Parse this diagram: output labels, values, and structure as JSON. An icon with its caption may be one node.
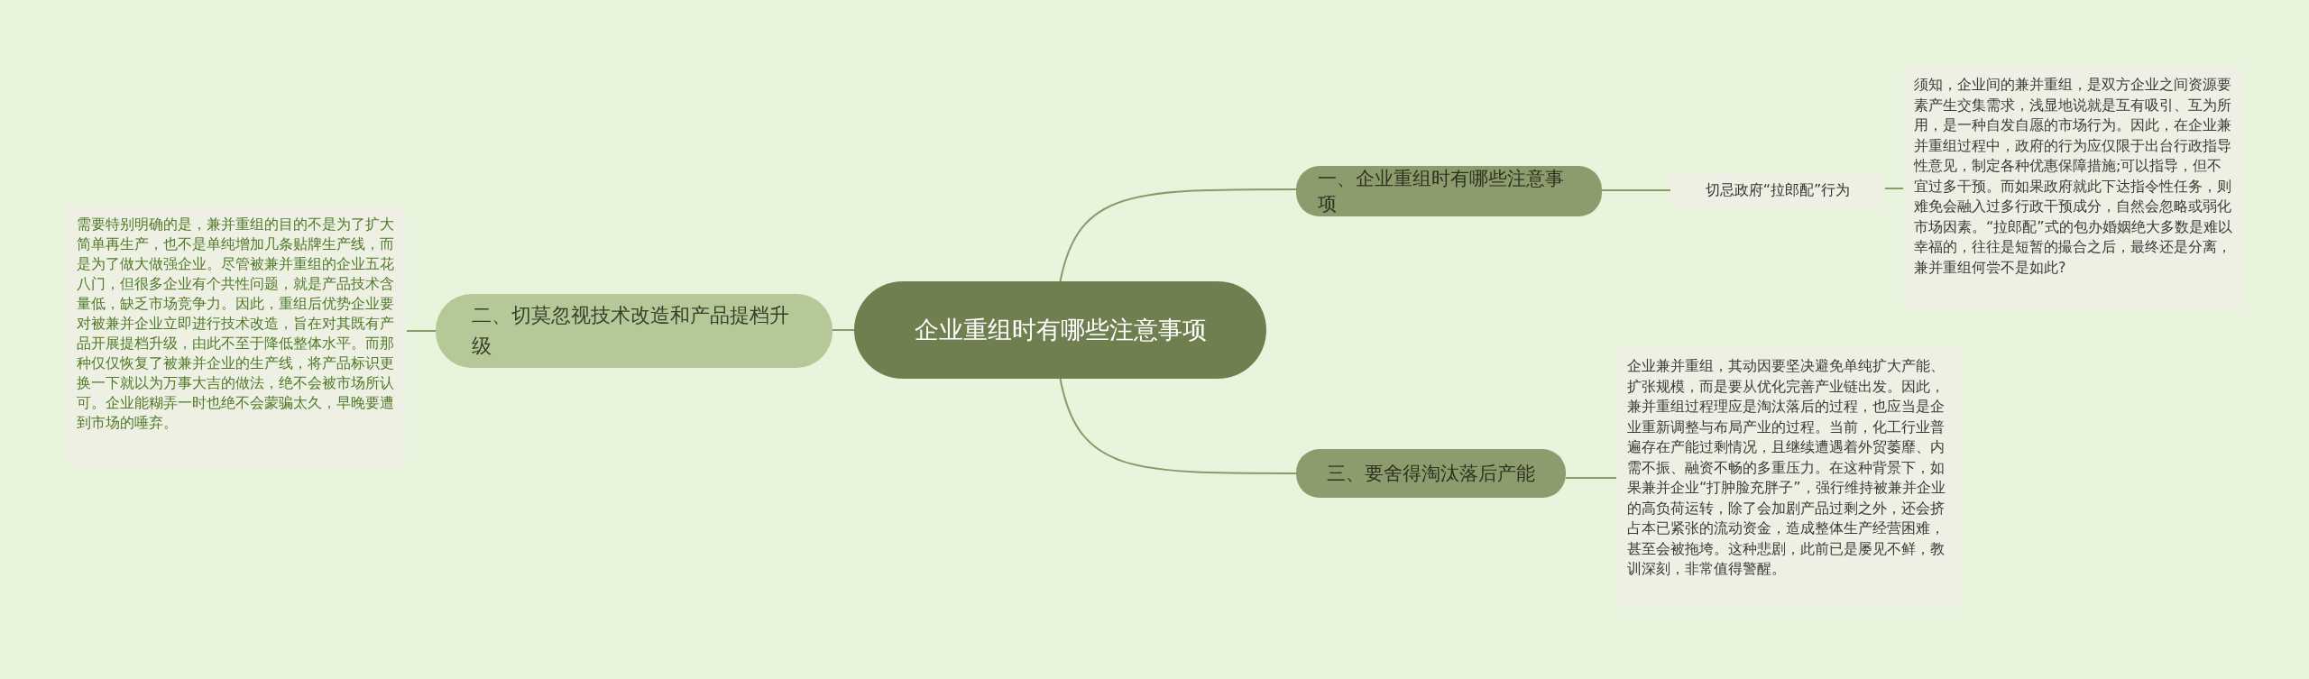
{
  "diagram": {
    "nodes": [
      {
        "text": [
          "企业重组时有哪些注意事项"
        ]
      },
      {
        "text": [
          "一、企业重组时有哪些注意事项"
        ]
      },
      {
        "text": [
          "二、切莫忽视技术改造和产品提档升级"
        ]
      },
      {
        "text": [
          "三、要舍得淘汰落后产能"
        ]
      },
      {
        "text": [
          "切忌政府“拉郎配”行为"
        ]
      },
      {
        "text": [
          "须知，企业间的兼并重组，是双方企业之间资源要素产生交集需求，浅显地说就是互有吸引、互为所用，是一种自发自愿的市场行为。因此，在企业兼并重组过程中，政府的行为应仅限于出台行政指导性意见，制定各种优惠保障措施;可以指导，但不宜过多干预。而如果政府就此下达指令性任务，则难免会融入过多行政干预成分，自然会忽略或弱化市场因素。“拉郎配”式的包办婚姻绝大多数是难以幸福的，往往是短暂的撮合之后，最终还是分离，兼并重组何尝不是如此?"
        ]
      },
      {
        "text": [
          "企业兼并重组，其动因要坚决避免单纯扩大产能、扩张规模，而是要从优化完善产业链出发。因此，兼并重组过程理应是淘汰落后的过程，也应当是企业重新调整与布局产业的过程。当前，化工行业普遍存在产能过剩情况，且继续遭遇着外贸萎靡、内需不振、融资不畅的多重压力。在这种背景下，如果兼并企业“打肿脸充胖子”，强行维持被兼并企业的高负荷运转，除了会加剧产品过剩之外，还会挤占本已紧张的流动资金，造成整体生产经营困难，甚至会被拖垮。这种悲剧，此前已是屡见不鲜，教训深刻，非常值得警醒。"
        ]
      },
      {
        "text": [
          "需要特别明确的是，兼并重组的目的不是为了扩大简单再生产，也不是单纯增加几条贴牌生产线，而是为了做大做强企业。尽管被兼并重组的企业五花八门，但很多企业有个共性问题，就是产品技术含量低，缺乏市场竞争力。因此，重组后优势企业要对被兼并企业立即进行技术改造，旨在对其既有产品开展提档升级，由此不至于降低整体水平。而那种仅仅恢复了被兼并企业的生产线，将产品标识更换一下就以为万事大吉的做法，绝不会被市场所认可。企业能糊弄一时也绝不会蒙骗太久，早晚要遭到市场的唾弃。"
        ]
      }
    ],
    "edges": [
      {
        "from": 0,
        "to": 1,
        "arrow": "none"
      },
      {
        "from": 0,
        "to": 2,
        "arrow": "none"
      },
      {
        "from": 0,
        "to": 3,
        "arrow": "none"
      },
      {
        "from": 1,
        "to": 4,
        "arrow": "none"
      },
      {
        "from": 4,
        "to": 5,
        "arrow": "none"
      },
      {
        "from": 2,
        "to": 7,
        "arrow": "none"
      },
      {
        "from": 3,
        "to": 6,
        "arrow": "none"
      }
    ]
  }
}
